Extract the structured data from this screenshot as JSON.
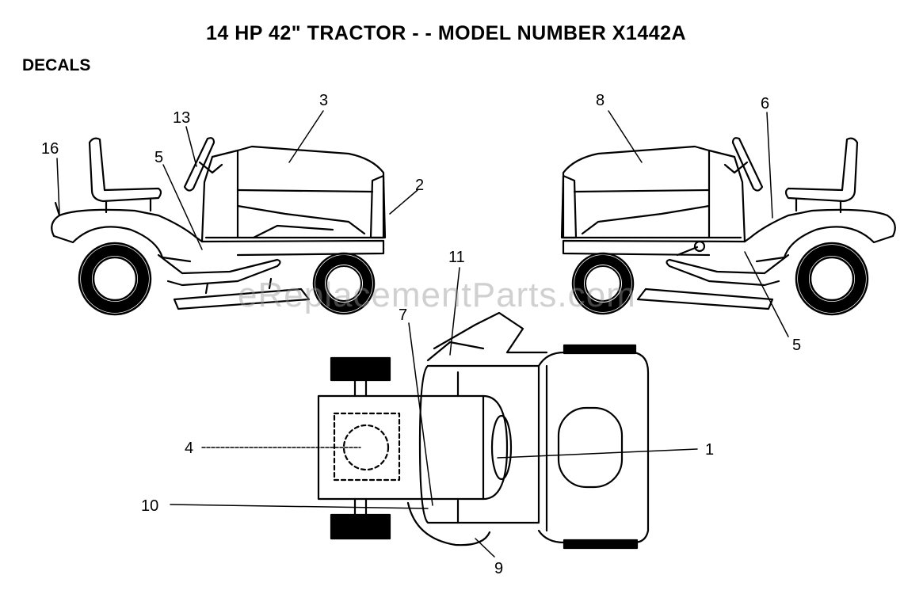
{
  "header": {
    "title": "14 HP 42\" TRACTOR - - MODEL NUMBER X1442A",
    "section": "DECALS"
  },
  "watermark": "eReplacementParts.com",
  "callouts": {
    "c1": "1",
    "c2": "2",
    "c3": "3",
    "c4": "4",
    "c5a": "5",
    "c5b": "5",
    "c6": "6",
    "c7": "7",
    "c8": "8",
    "c9": "9",
    "c10": "10",
    "c11": "11",
    "c13": "13",
    "c16": "16"
  },
  "colors": {
    "line": "#000000",
    "background": "#ffffff",
    "watermark": "#969696"
  }
}
